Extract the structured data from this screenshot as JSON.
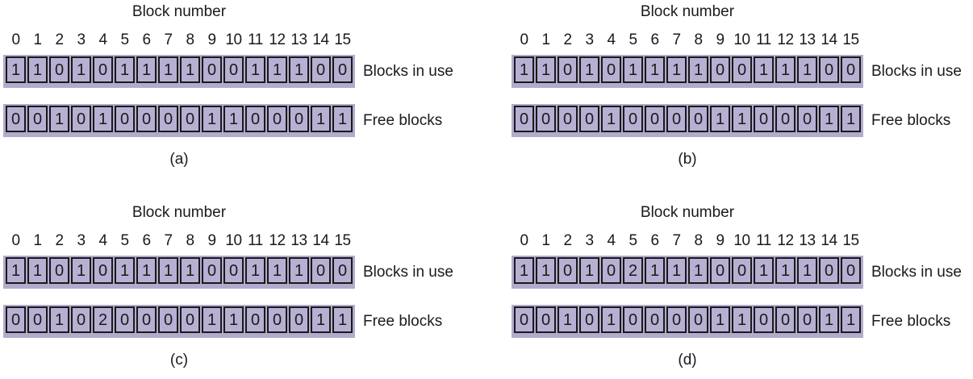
{
  "figure": {
    "title": "Block number",
    "row_labels": {
      "in_use": "Blocks in use",
      "free": "Free blocks"
    },
    "block_indices": [
      "0",
      "1",
      "2",
      "3",
      "4",
      "5",
      "6",
      "7",
      "8",
      "9",
      "10",
      "11",
      "12",
      "13",
      "14",
      "15"
    ],
    "panels": [
      {
        "caption": "(a)",
        "blocks_in_use": [
          1,
          1,
          0,
          1,
          0,
          1,
          1,
          1,
          1,
          0,
          0,
          1,
          1,
          1,
          0,
          0
        ],
        "free_blocks": [
          0,
          0,
          1,
          0,
          1,
          0,
          0,
          0,
          0,
          1,
          1,
          0,
          0,
          0,
          1,
          1
        ]
      },
      {
        "caption": "(b)",
        "blocks_in_use": [
          1,
          1,
          0,
          1,
          0,
          1,
          1,
          1,
          1,
          0,
          0,
          1,
          1,
          1,
          0,
          0
        ],
        "free_blocks": [
          0,
          0,
          0,
          0,
          1,
          0,
          0,
          0,
          0,
          1,
          1,
          0,
          0,
          0,
          1,
          1
        ]
      },
      {
        "caption": "(c)",
        "blocks_in_use": [
          1,
          1,
          0,
          1,
          0,
          1,
          1,
          1,
          1,
          0,
          0,
          1,
          1,
          1,
          0,
          0
        ],
        "free_blocks": [
          0,
          0,
          1,
          0,
          2,
          0,
          0,
          0,
          0,
          1,
          1,
          0,
          0,
          0,
          1,
          1
        ]
      },
      {
        "caption": "(d)",
        "blocks_in_use": [
          1,
          1,
          0,
          1,
          0,
          2,
          1,
          1,
          1,
          0,
          0,
          1,
          1,
          1,
          0,
          0
        ],
        "free_blocks": [
          0,
          0,
          1,
          0,
          1,
          0,
          0,
          0,
          0,
          1,
          1,
          0,
          0,
          0,
          1,
          1
        ]
      }
    ],
    "colors": {
      "cell_fill": "#b8b0d3",
      "slab_fill": "#b2abcd",
      "border": "#1a1a1a",
      "text": "#1a1a1a",
      "background": "#ffffff"
    }
  }
}
